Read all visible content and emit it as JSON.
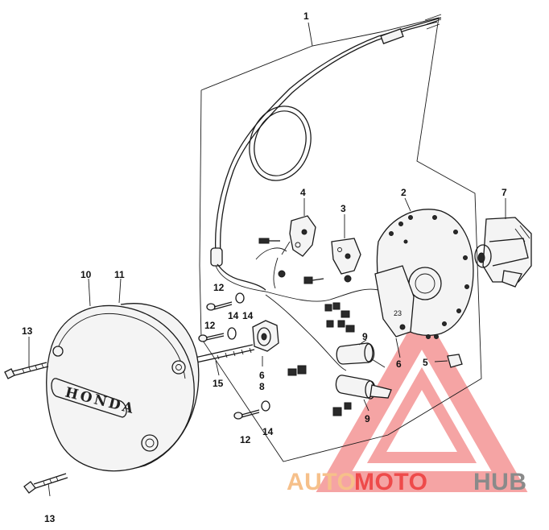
{
  "callouts": {
    "c1": "1",
    "c2": "2",
    "c3": "3",
    "c4": "4",
    "c5": "5",
    "c6a": "6",
    "c6b": "6",
    "c7": "7",
    "c8": "8",
    "c9a": "9",
    "c9b": "9",
    "c10": "10",
    "c11": "11",
    "c12a": "12",
    "c12b": "12",
    "c12c": "12",
    "c13a": "13",
    "c13b": "13",
    "c14a": "14",
    "c14b": "14",
    "c14c": "14",
    "c15": "15"
  },
  "cover_logo": "HONDA",
  "marking": "23",
  "watermark": {
    "part1": "AUTO",
    "part2": "MOTO",
    "part3": "HUB",
    "color_light": "#f6c08a",
    "color_accent": "#ee4a4a",
    "color_dark": "#8a8a8a"
  }
}
